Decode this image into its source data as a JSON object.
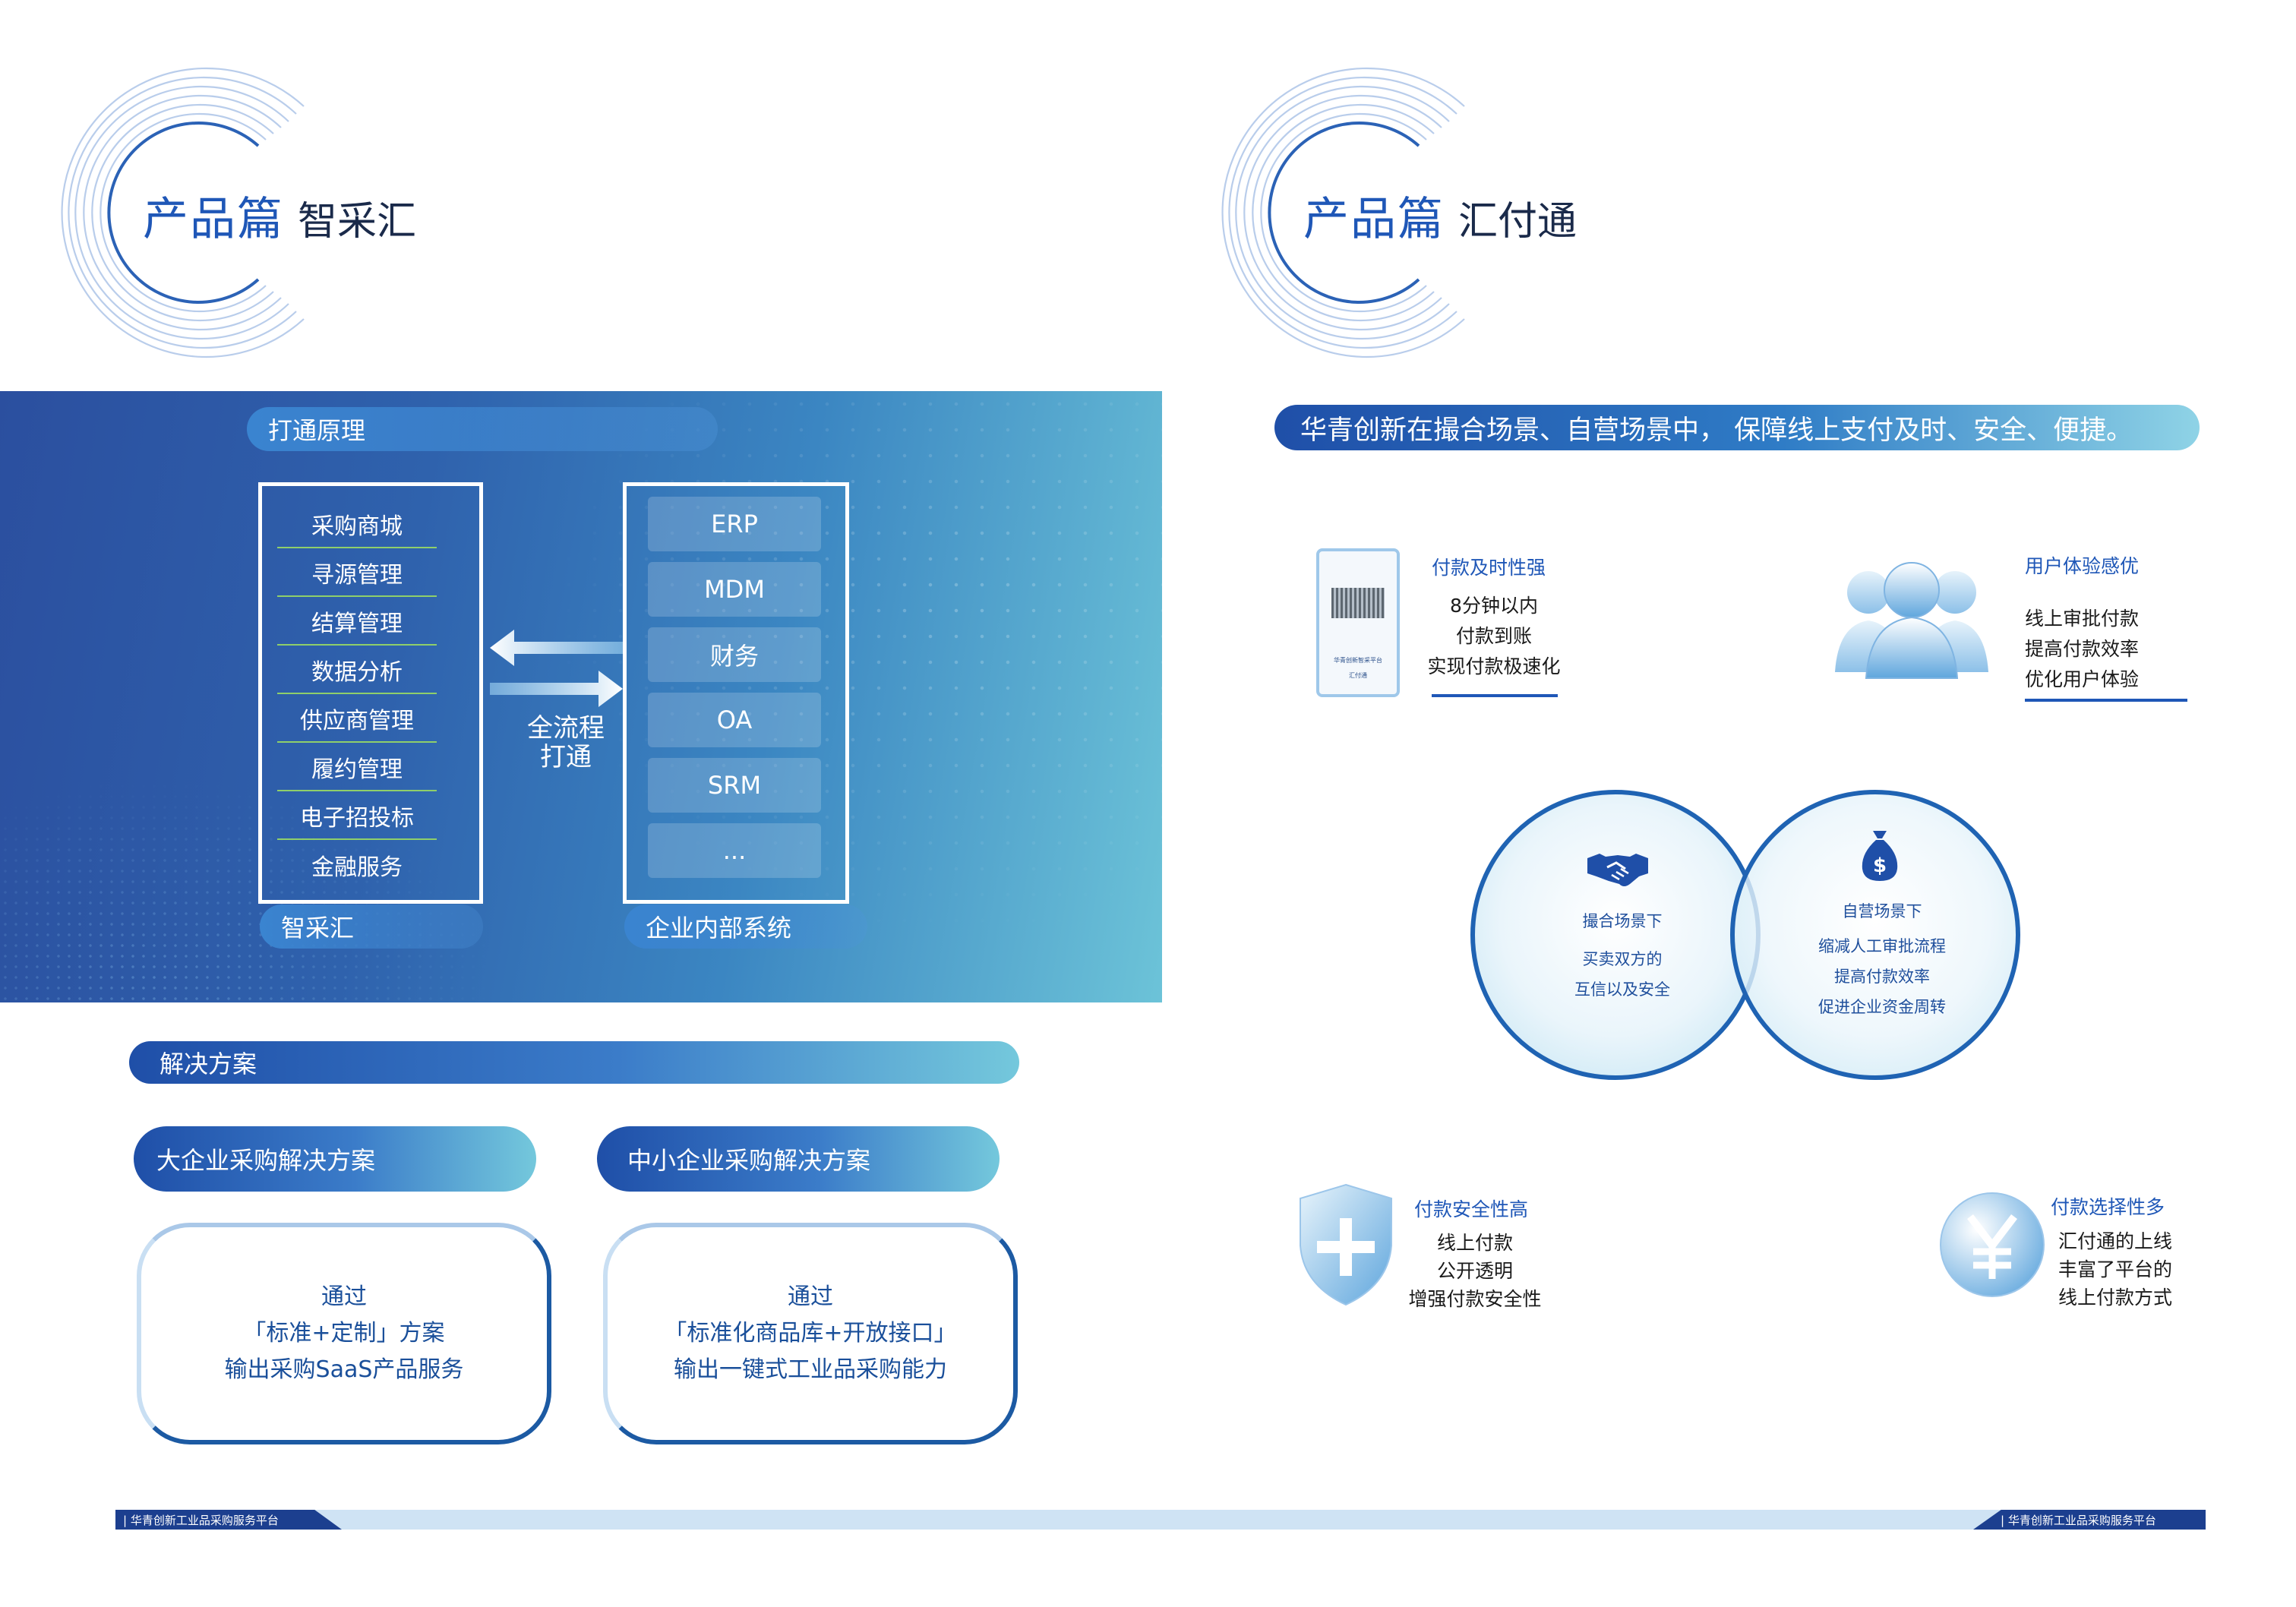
{
  "left_page": {
    "heading_main": "产品篇",
    "heading_sub": "智采汇",
    "panel_label": "打通原理",
    "left_items": [
      "采购商城",
      "寻源管理",
      "结算管理",
      "数据分析",
      "供应商管理",
      "履约管理",
      "电子招投标",
      "金融服务"
    ],
    "left_caption": "智采汇",
    "arrow_label_1": "全流程",
    "arrow_label_2": "打通",
    "systems": [
      "ERP",
      "MDM",
      "财务",
      "OA",
      "SRM",
      "..."
    ],
    "systems_caption": "企业内部系统",
    "solutions_label": "解决方案",
    "solution_large": {
      "title": "大企业采购解决方案",
      "lines": [
        "通过",
        "「标准+定制」方案",
        "输出采购SaaS产品服务"
      ]
    },
    "solution_small": {
      "title": "中小企业采购解决方案",
      "lines": [
        "通过",
        "「标准化商品库+开放接口」",
        "输出一键式工业品采购能力"
      ]
    },
    "footer_text": "| 华青创新工业品采购服务平台"
  },
  "right_page": {
    "heading_main": "产品篇",
    "heading_sub": "汇付通",
    "banner": "华青创新在撮合场景、自营场景中，  保障线上支付及时、安全、便捷。",
    "phone_caption_1": "华青创新智采平台",
    "phone_caption_2": "汇付通",
    "feature_timely": {
      "title": "付款及时性强",
      "lines": [
        "8分钟以内",
        "付款到账",
        "实现付款极速化"
      ]
    },
    "feature_ux": {
      "title": "用户体验感优",
      "lines": [
        "线上审批付款",
        "提高付款效率",
        "优化用户体验"
      ]
    },
    "circle_match": {
      "title": "撮合场景下",
      "lines": [
        "买卖双方的",
        "互信以及安全"
      ]
    },
    "circle_self": {
      "title": "自营场景下",
      "lines": [
        "缩减人工审批流程",
        "提高付款效率",
        "促进企业资金周转"
      ]
    },
    "feature_security": {
      "title": "付款安全性高",
      "lines": [
        "线上付款",
        "公开透明",
        "增强付款安全性"
      ]
    },
    "feature_choice": {
      "title": "付款选择性多",
      "lines": [
        "汇付通的上线",
        "丰富了平台的",
        "线上付款方式"
      ]
    },
    "footer_text": "| 华青创新工业品采购服务平台"
  },
  "colors": {
    "primary": "#1f57b7",
    "accent": "#6cc3d8",
    "navy": "#1c3f8f"
  }
}
